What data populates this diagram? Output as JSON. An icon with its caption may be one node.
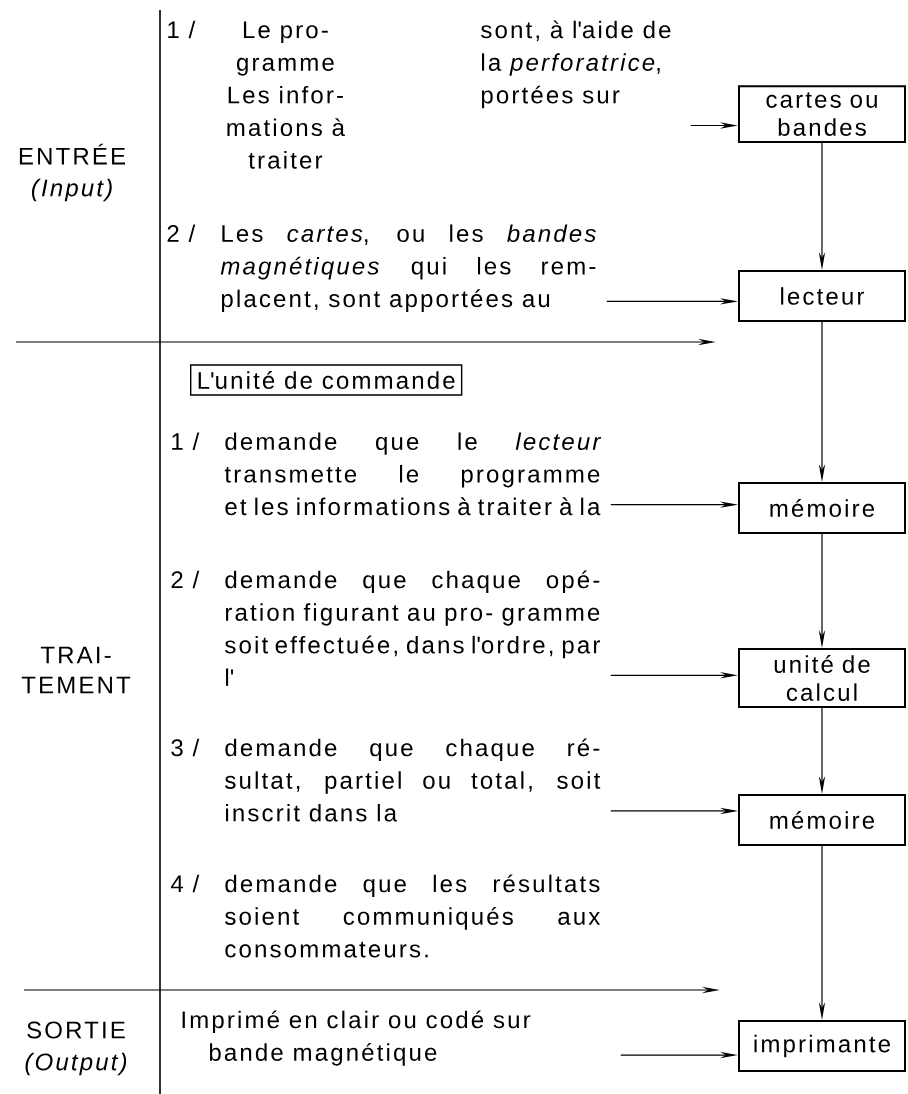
{
  "diagram": {
    "nodes": [
      {
        "text": [
          "1 /",
          "Le pro- gramme Les infor- mations à traiter",
          "sont, à l'aide de la *perforatrice*, portées sur"
        ]
      },
      {
        "text": [
          "cartes ou bandes"
        ]
      },
      {
        "text": [
          "2 /",
          "Les *cartes*, ou les *bandes magnétiques* qui les rem- placent, sont apportées au"
        ]
      },
      {
        "text": [
          "lecteur"
        ]
      },
      {
        "text": [
          "L'unité de commande"
        ]
      },
      {
        "text": [
          "1 /",
          "demande que le *lecteur* transmette le programme et les informations à traiter à la"
        ]
      },
      {
        "text": [
          "mémoire"
        ]
      },
      {
        "text": [
          "2 /",
          "demande que chaque opé- ration figurant au pro- gramme soit effectuée, dans l'ordre, par l'"
        ]
      },
      {
        "text": [
          "unité de calcul"
        ]
      },
      {
        "text": [
          "3 /",
          "demande que chaque ré- sultat, partiel ou total, soit inscrit dans la"
        ]
      },
      {
        "text": [
          "mémoire"
        ]
      },
      {
        "text": [
          "4 /",
          "demande que les résultats soient communiqués aux consommateurs."
        ]
      },
      {
        "text": [
          "Imprimé en clair ou codé sur bande magnétique"
        ]
      },
      {
        "text": [
          "imprimante"
        ]
      }
    ],
    "edges": [
      {
        "from": 0,
        "to": 1,
        "arrow": "to"
      },
      {
        "from": 1,
        "to": 3,
        "arrow": "to"
      },
      {
        "from": 2,
        "to": 3,
        "arrow": "to"
      },
      {
        "from": 3,
        "to": 6,
        "arrow": "to"
      },
      {
        "from": 5,
        "to": 6,
        "arrow": "to"
      },
      {
        "from": 6,
        "to": 8,
        "arrow": "to"
      },
      {
        "from": 7,
        "to": 8,
        "arrow": "to"
      },
      {
        "from": 8,
        "to": 10,
        "arrow": "to"
      },
      {
        "from": 9,
        "to": 10,
        "arrow": "to"
      },
      {
        "from": 10,
        "to": 13,
        "arrow": "to"
      },
      {
        "from": 12,
        "to": 13,
        "arrow": "to"
      }
    ],
    "labels": [
      "ENTRÉE",
      "(Input)",
      "TRAI- TEMENT",
      "SORTIE",
      "(Output)"
    ]
  }
}
